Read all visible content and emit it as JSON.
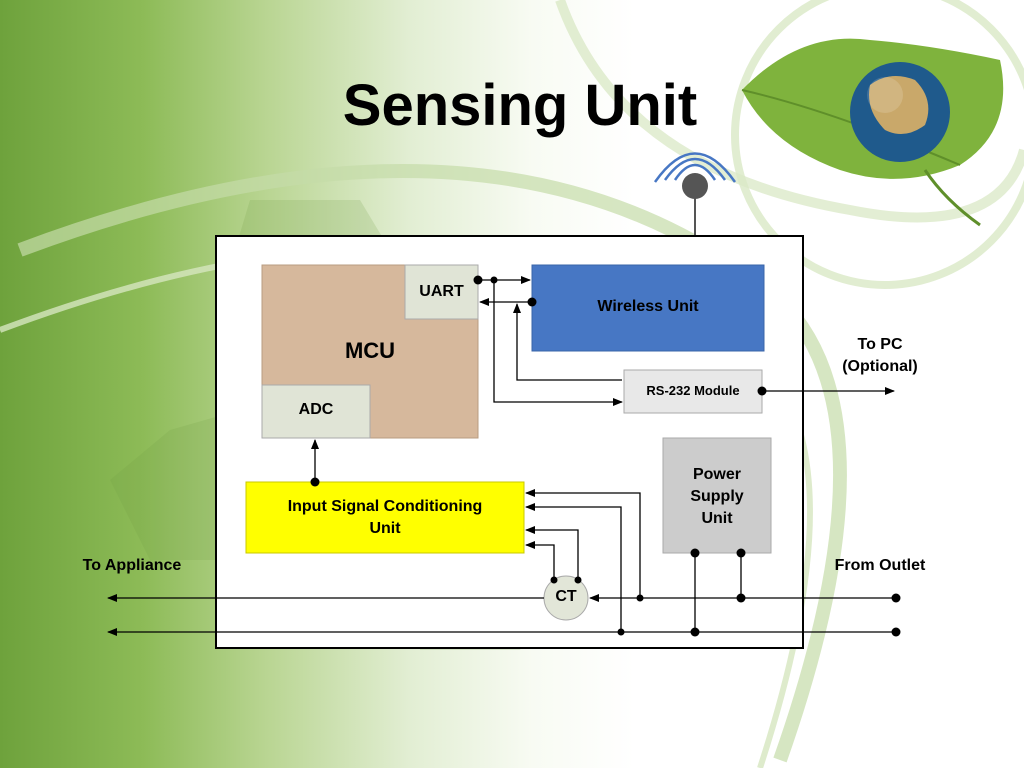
{
  "slide": {
    "title": "Sensing Unit"
  },
  "blocks": {
    "mcu": "MCU",
    "uart": "UART",
    "adc": "ADC",
    "wireless": "Wireless Unit",
    "rs232": "RS-232 Module",
    "power_line1": "Power",
    "power_line2": "Supply",
    "power_line3": "Unit",
    "conditioning_line1": "Input Signal Conditioning",
    "conditioning_line2": "Unit",
    "ct": "CT"
  },
  "external": {
    "to_pc_line1": "To PC",
    "to_pc_line2": "(Optional)",
    "to_appliance": "To Appliance",
    "from_outlet": "From Outlet"
  },
  "colors": {
    "mcu": "#d6b89c",
    "port": "#e0e4d6",
    "wireless": "#4777c4",
    "rs232": "#e8e8e8",
    "power": "#cccccc",
    "conditioning": "#ffff00",
    "ct": "#e2e6d8"
  }
}
